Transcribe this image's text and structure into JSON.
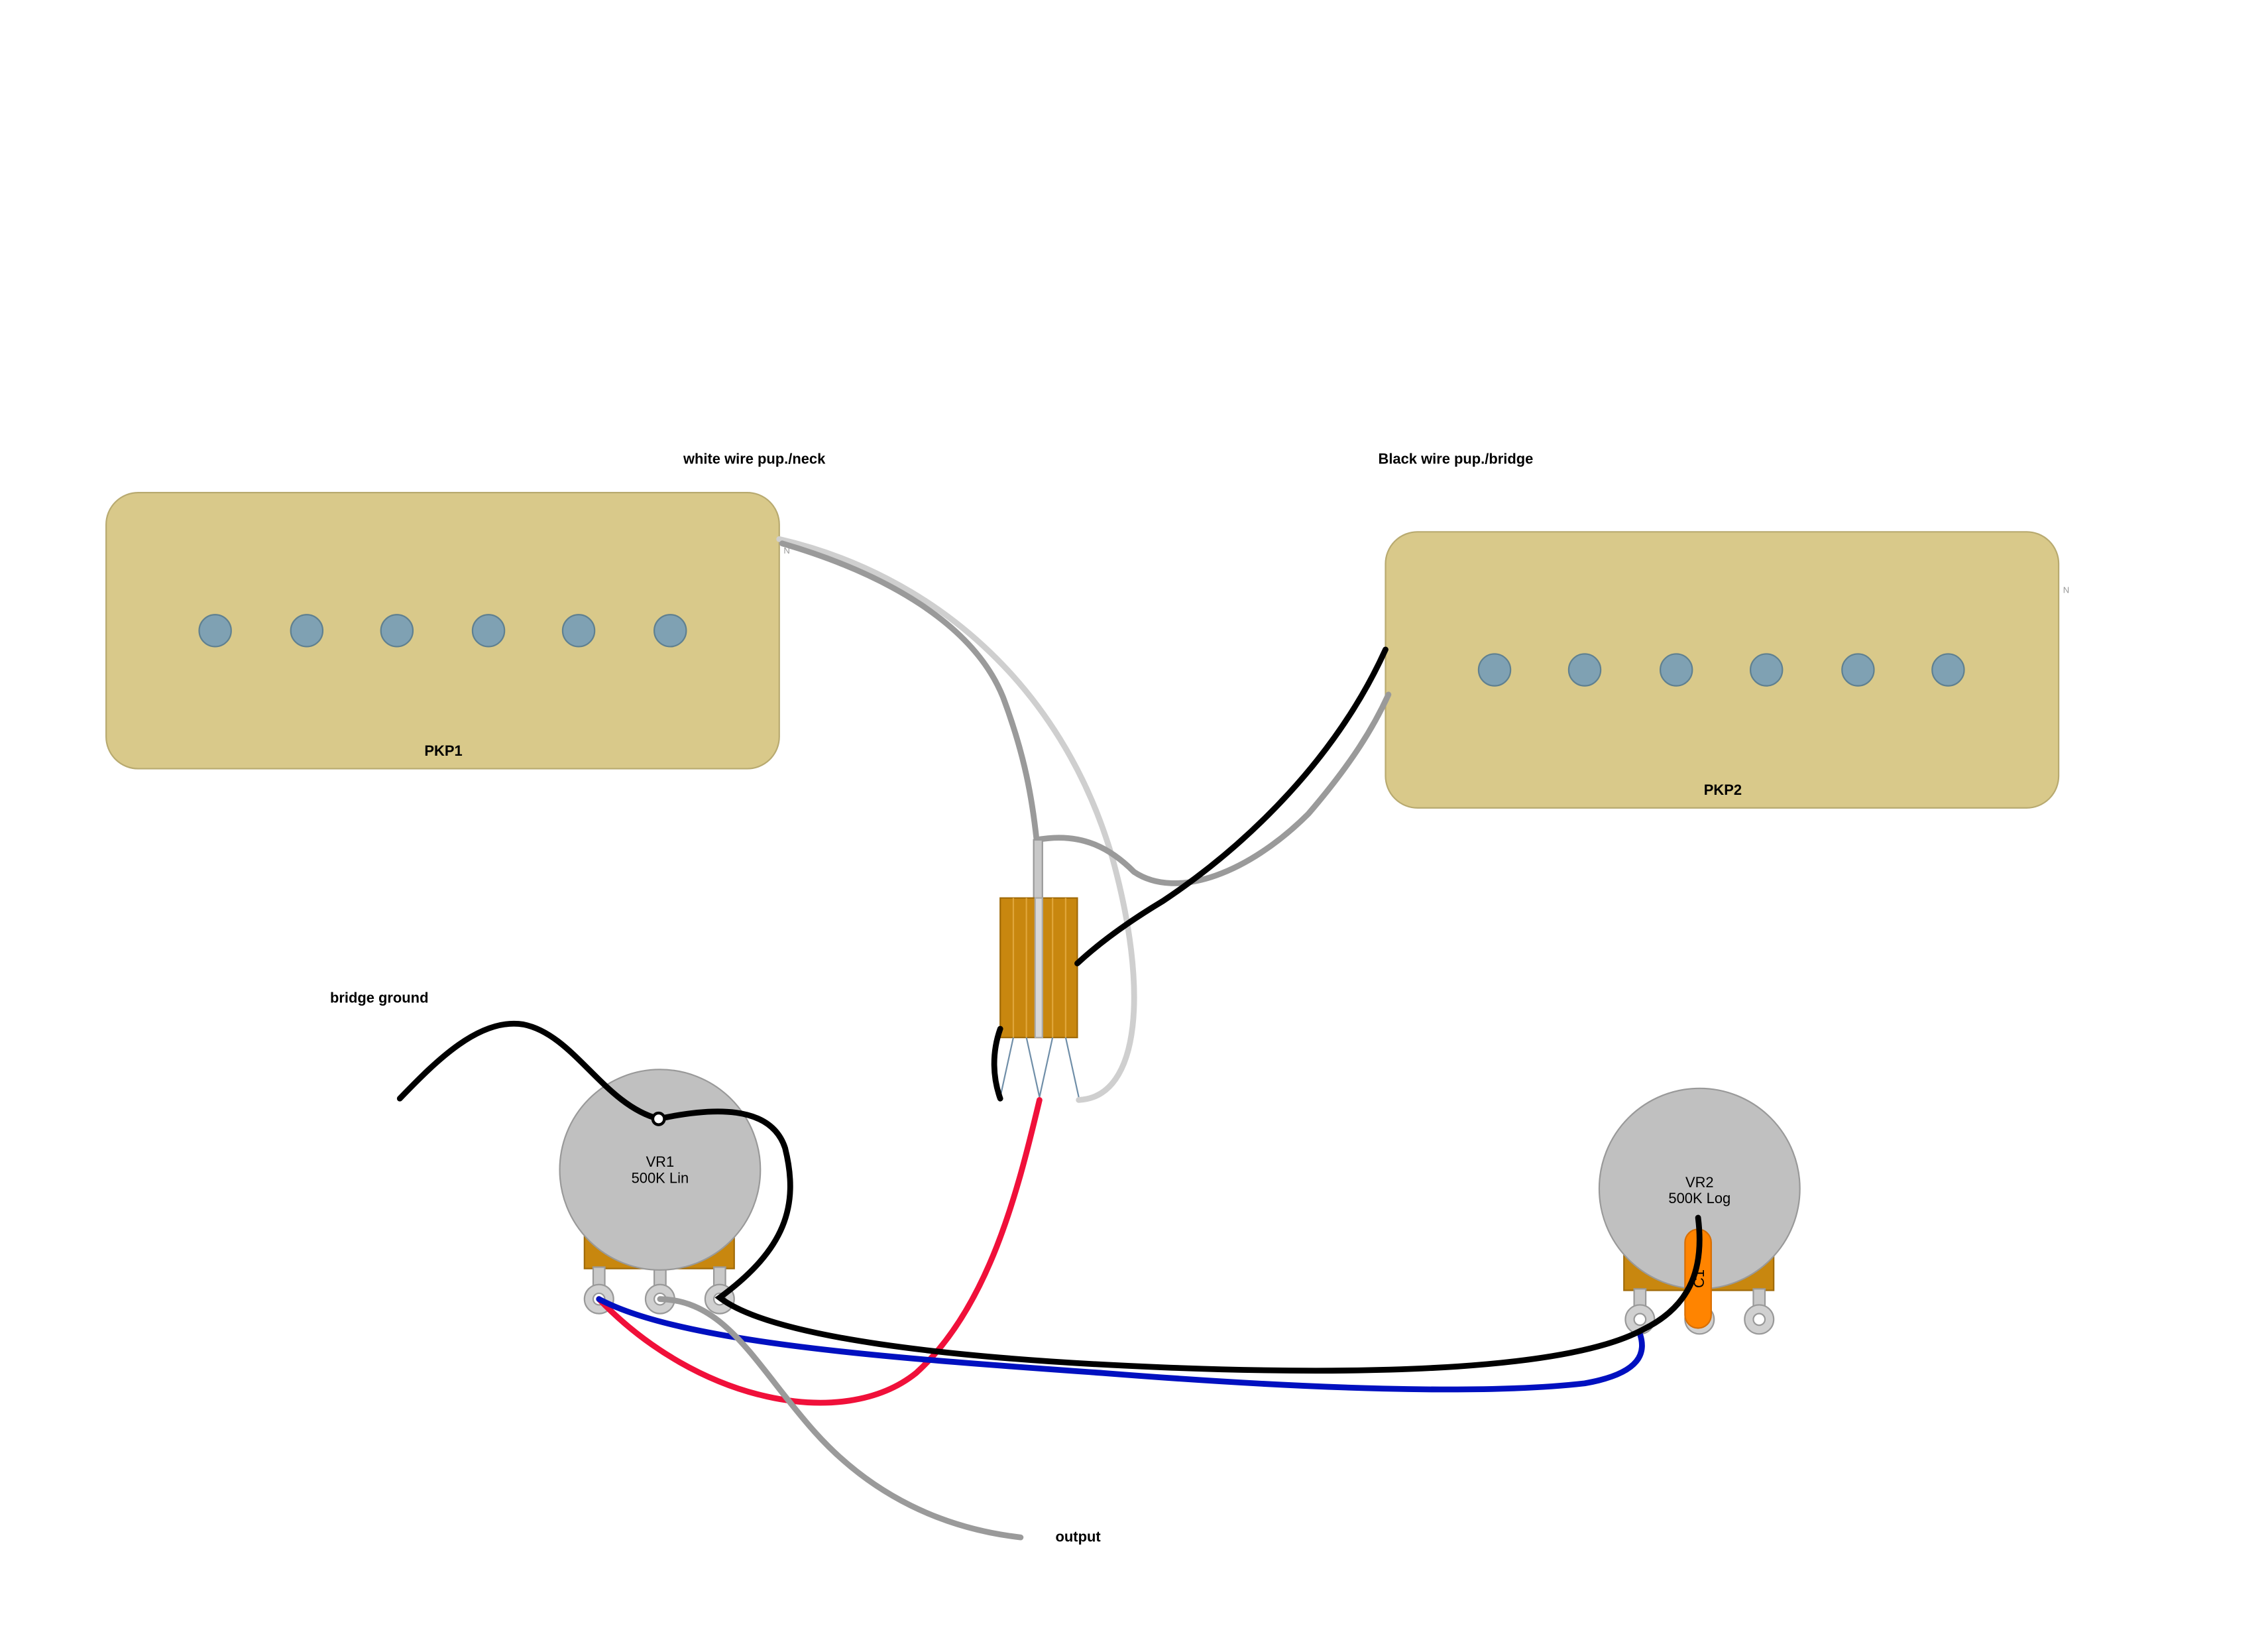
{
  "labels": {
    "neck_wire": "white wire pup./neck",
    "bridge_wire": "Black wire pup./bridge",
    "bridge_ground": "bridge ground",
    "output": "output"
  },
  "pickups": [
    {
      "id": "PKP1",
      "label": "PKP1",
      "polarity_mark": "N",
      "pole_count": 6
    },
    {
      "id": "PKP2",
      "label": "PKP2",
      "polarity_mark": "N",
      "pole_count": 6
    }
  ],
  "pots": [
    {
      "id": "VR1",
      "name": "VR1",
      "value": "500K Lin"
    },
    {
      "id": "VR2",
      "name": "VR2",
      "value": "500K Log"
    }
  ],
  "capacitor": {
    "name": "C1"
  },
  "colors": {
    "pickup_body": "#d9c98a",
    "pole_piece": "#7fa1b3",
    "pot_body": "#c0c0c0",
    "lug_bracket": "#c8870f",
    "switch_body": "#c8870f",
    "capacitor": "#ff8400",
    "wire_black": "#000000",
    "wire_red": "#f0103a",
    "wire_blue": "#0010c0",
    "wire_gray": "#9a9a9a",
    "wire_lightgray": "#cfcfcf"
  }
}
